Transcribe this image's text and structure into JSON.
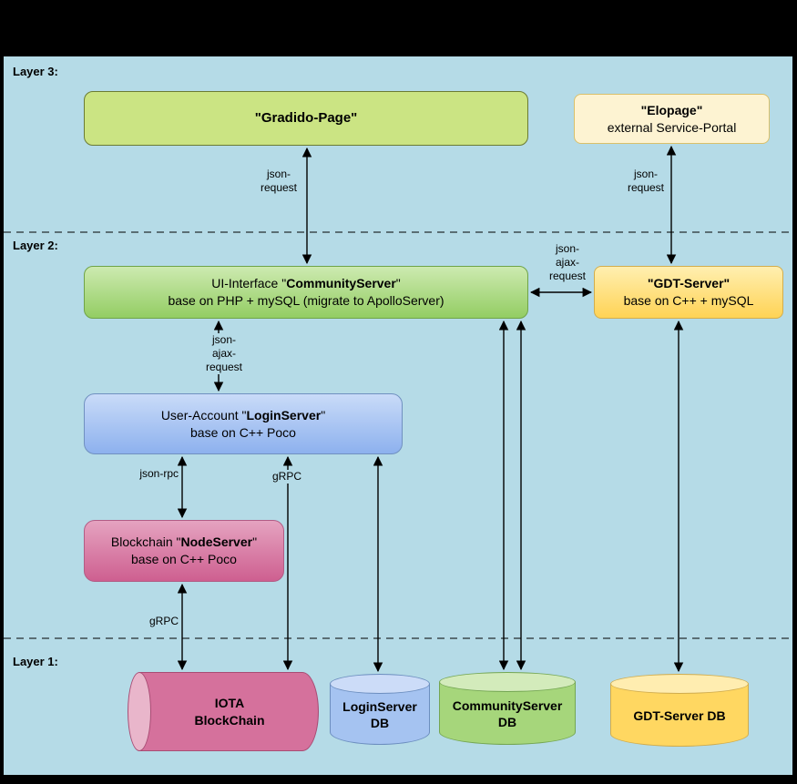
{
  "title_bar": "",
  "layers": {
    "layer3": "Layer 3:",
    "layer2": "Layer 2:",
    "layer1": "Layer 1:"
  },
  "nodes": {
    "gradido_page": {
      "prefix": "",
      "bold": "\"Gradido-Page\"",
      "suffix": "",
      "subtitle": ""
    },
    "elopage": {
      "prefix": "",
      "bold": "\"Elopage\"",
      "suffix": "",
      "subtitle": "external Service-Portal"
    },
    "community_server": {
      "prefix": "UI-Interface \"",
      "bold": "CommunityServer",
      "suffix": "\"",
      "subtitle": "base on PHP + mySQL (migrate to ApolloServer)"
    },
    "gdt_server": {
      "prefix": "",
      "bold": "\"GDT-Server\"",
      "suffix": "",
      "subtitle": "base on C++ + mySQL"
    },
    "login_server": {
      "prefix": "User-Account \"",
      "bold": "LoginServer",
      "suffix": "\"",
      "subtitle": "base on C++ Poco"
    },
    "node_server": {
      "prefix": "Blockchain \"",
      "bold": "NodeServer",
      "suffix": "\"",
      "subtitle": "base on C++ Poco"
    }
  },
  "databases": {
    "iota": "IOTA\nBlockChain",
    "login_db": "LoginServer\nDB",
    "community_db": "CommunityServer\nDB",
    "gdt_db": "GDT-Server DB"
  },
  "edge_labels": {
    "gradido_community": "json-\nrequest",
    "elopage_gdt": "json-\nrequest",
    "community_gdt": "json-\najax-\nrequest",
    "community_login": "json-\najax-\nrequest",
    "login_node": "json-rpc",
    "login_iota": "gRPC",
    "node_iota": "gRPC"
  },
  "colors": {
    "canvas_bg": "#000000",
    "panel_bg": "#b5dbe7",
    "gradido_fill": "#cbe483",
    "elopage_fill": "#fdf3d2",
    "community_fill": "#93cd63",
    "gdt_fill": "#ffd355",
    "login_fill": "#8db1ee",
    "node_fill": "#ce5f90",
    "iota_fill": "#d5719c",
    "login_db_fill": "#a5c3f1",
    "community_db_fill": "#a6d67b",
    "gdt_db_fill": "#ffd761"
  }
}
